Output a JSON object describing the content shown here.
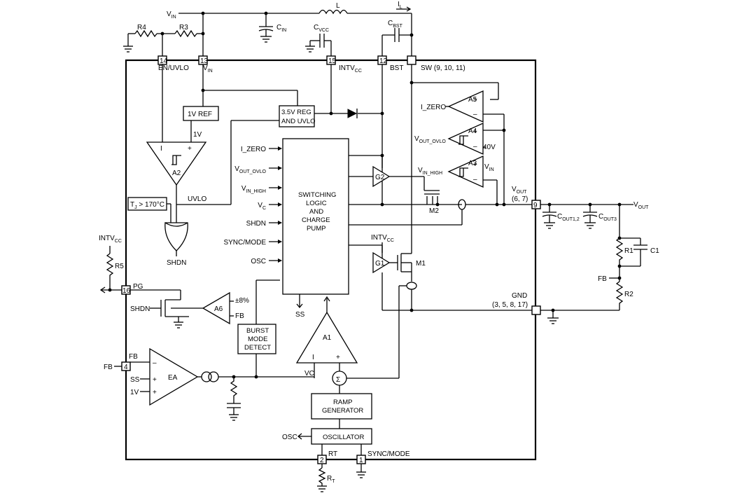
{
  "external": {
    "vin": {
      "main": "V",
      "sub": "IN"
    },
    "inductor": "L",
    "il": {
      "main": "I",
      "sub": "L"
    },
    "cin": {
      "main": "C",
      "sub": "IN"
    },
    "cvcc": {
      "main": "C",
      "sub": "VCC"
    },
    "cbst": {
      "main": "C",
      "sub": "BST"
    },
    "r4": "R4",
    "r3": "R3",
    "r5": "R5",
    "intvcc_left": {
      "main": "INTV",
      "sub": "CC"
    },
    "rt": {
      "main": "R",
      "sub": "T"
    },
    "vout_label": {
      "main": "V",
      "sub": "OUT"
    },
    "cout12": {
      "main": "C",
      "sub": "OUT1,2"
    },
    "cout3": {
      "main": "C",
      "sub": "OUT3"
    },
    "r1": "R1",
    "c1": "C1",
    "r2": "R2",
    "fb_ext": "FB",
    "fb_left": "FB"
  },
  "pins": {
    "p14": {
      "num": "14",
      "label": "EN/UVLO"
    },
    "p13": {
      "num": "13",
      "label_main": "V",
      "label_sub": "IN"
    },
    "p15": {
      "num": "15",
      "label_main": "INTV",
      "label_sub": "CC"
    },
    "p12": {
      "num": "12",
      "label": "BST"
    },
    "p_sw": {
      "label": "SW (9, 10, 11)"
    },
    "p9": {
      "num": "9",
      "label_main": "V",
      "label_sub": "OUT",
      "label2": "(6, 7)"
    },
    "p_gnd": {
      "label": "GND",
      "label2": "(3, 5, 8, 17)"
    },
    "p16": {
      "num": "16",
      "label": "PG"
    },
    "p4": {
      "num": "4",
      "label": "FB"
    },
    "p2": {
      "num": "2",
      "label": "RT"
    },
    "p1": {
      "num": "1",
      "label": "SYNC/MODE"
    }
  },
  "blocks": {
    "vref": "1V REF",
    "reg": [
      "3.5V REG",
      "AND UVLO"
    ],
    "logic": [
      "SWITCHING",
      "LOGIC",
      "AND",
      "CHARGE",
      "PUMP"
    ],
    "burst": [
      "BURST",
      "MODE",
      "DETECT"
    ],
    "ramp": [
      "RAMP",
      "GENERATOR"
    ],
    "osc": "OSCILLATOR",
    "tj": {
      "main": "T",
      "sub": "J",
      "rest": " > 170°C"
    }
  },
  "logic_inputs": [
    {
      "main": "I_ZERO",
      "sub": ""
    },
    {
      "main": "V",
      "sub": "OUT_OVLO"
    },
    {
      "main": "V",
      "sub": "IN_HIGH"
    },
    {
      "main": "V",
      "sub": "C"
    },
    {
      "main": "SHDN",
      "sub": ""
    },
    {
      "main": "SYNC/MODE",
      "sub": ""
    },
    {
      "main": "OSC",
      "sub": ""
    }
  ],
  "internal": {
    "a2": "A2",
    "a2_minus": "I",
    "a2_plus": "+",
    "v1": "1V",
    "uvlo": "UVLO",
    "shdn_or": "SHDN",
    "a5": "A5",
    "a4": "A4",
    "a3": "A3",
    "izero_out": "I_ZERO",
    "vout_ovlo": {
      "main": "V",
      "sub": "OUT_OVLO"
    },
    "vin_high": {
      "main": "V",
      "sub": "IN_HIGH"
    },
    "v40": "40V",
    "vin_a3": {
      "main": "V",
      "sub": "IN"
    },
    "g2": "G2",
    "g1": "G1",
    "m2": "M2",
    "m1": "M1",
    "intvcc_g1": {
      "main": "INTV",
      "sub": "CC"
    },
    "ss_out": "SS",
    "a1": "A1",
    "a1_minus": "I",
    "a1_plus": "+",
    "vc": "VC",
    "sigma": "Σ",
    "ea": "EA",
    "ea_minus": "–",
    "ea_plus1": "+",
    "ea_plus2": "+",
    "ea_ss": "SS",
    "ea_1v": "1V",
    "a6": "A6",
    "a6_pct": "±8%",
    "a6_fb": "FB",
    "shdn_pg": "SHDN",
    "osc_out": "OSC",
    "plus": "+",
    "minus": "–"
  }
}
